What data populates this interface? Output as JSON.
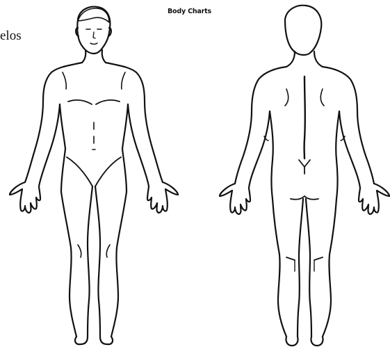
{
  "title": "Body Charts",
  "left_text_fragment": "elos",
  "figures": [
    {
      "view": "front"
    },
    {
      "view": "back"
    }
  ]
}
